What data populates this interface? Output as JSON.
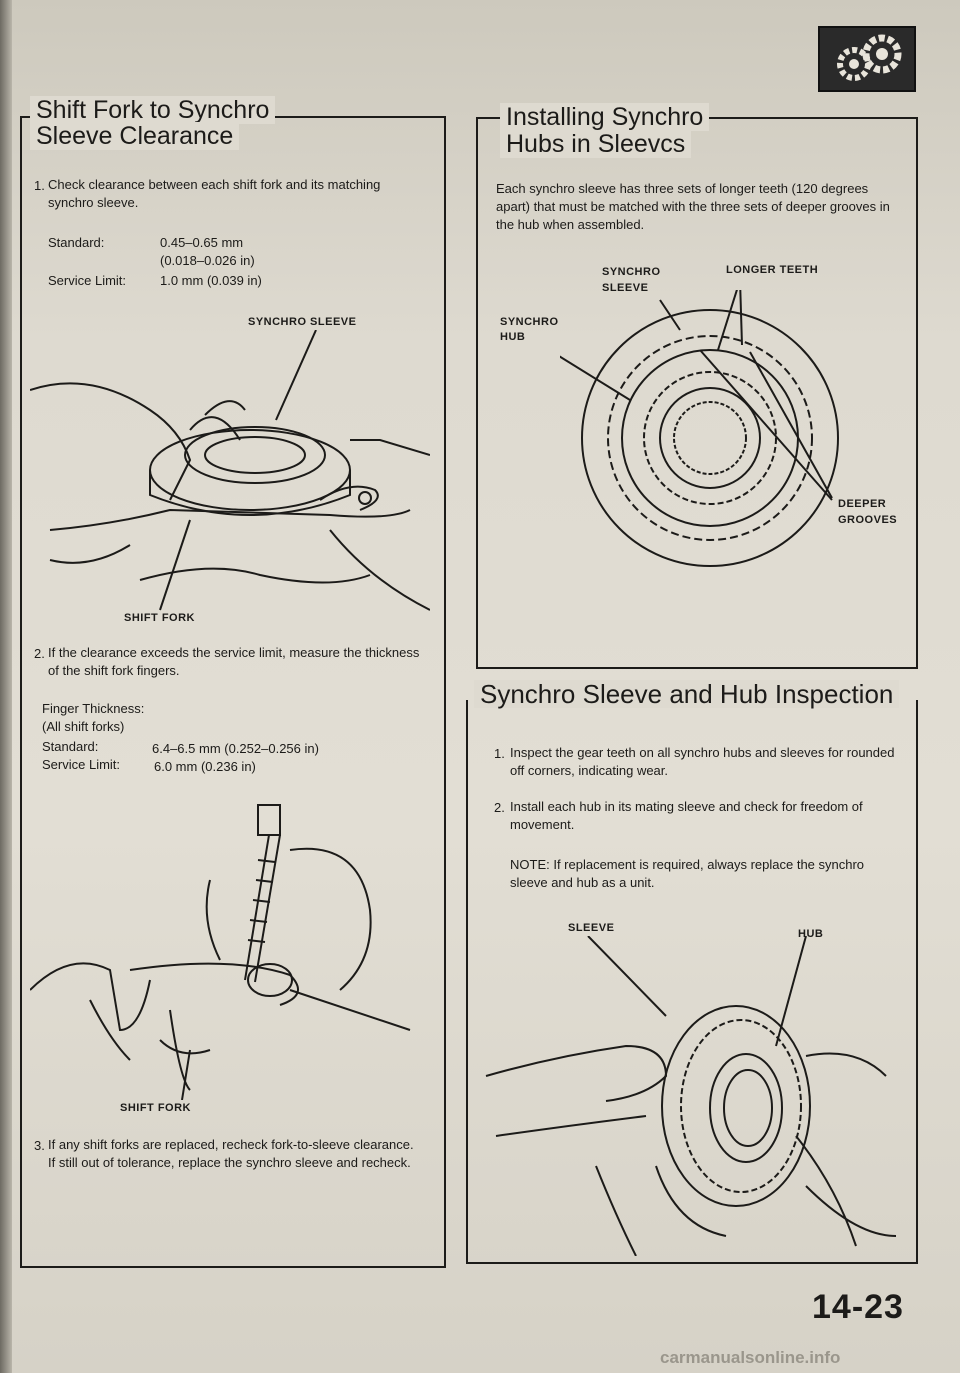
{
  "shift_fork": {
    "heading_line1": "Shift Fork to Synchro",
    "heading_line2": "Sleeve Clearance",
    "step1_num": "1.",
    "step1_text": "Check clearance between each shift fork and its matching synchro sleeve.",
    "standard_label": "Standard:",
    "standard_value": "0.45–0.65 mm",
    "standard_value_in": "(0.018–0.026 in)",
    "service_label": "Service Limit:",
    "service_value": "1.0 mm (0.039 in)",
    "fig1_label_top": "SYNCHRO SLEEVE",
    "fig1_label_bottom": "SHIFT FORK",
    "step2_num": "2.",
    "step2_text": "If the clearance exceeds the service limit, measure the thickness of the shift fork fingers.",
    "finger_label": "Finger Thickness:",
    "all_forks": "(All shift forks)",
    "finger_standard_label": "Standard:",
    "finger_standard_value": "6.4–6.5 mm (0.252–0.256 in)",
    "finger_service_label": "Service Limit:",
    "finger_service_value": "6.0 mm (0.236 in)",
    "fig2_label": "SHIFT FORK",
    "step3_num": "3.",
    "step3_text": "If any shift forks are replaced, recheck fork-to-sleeve clearance. If still out of tolerance, replace the synchro sleeve and recheck."
  },
  "installing": {
    "heading_line1": "Installing Synchro",
    "heading_line2": "Hubs in Sleevcs",
    "body": "Each synchro sleeve has three sets of longer teeth (120 degrees apart) that must be matched with the three sets of deeper grooves in the hub when assembled.",
    "label_sleeve_1": "SYNCHRO",
    "label_sleeve_2": "SLEEVE",
    "label_longer": "LONGER TEETH",
    "label_hub_1": "SYNCHRO",
    "label_hub_2": "HUB",
    "label_deeper_1": "DEEPER",
    "label_deeper_2": "GROOVES"
  },
  "inspection": {
    "heading": "Synchro Sleeve and Hub Inspection",
    "step1_num": "1.",
    "step1_text": "Inspect the gear teeth on all synchro hubs and sleeves for rounded off corners, indicating wear.",
    "step2_num": "2.",
    "step2_text": "Install each hub in its mating sleeve and check for freedom of movement.",
    "note": "NOTE: If replacement is required, always replace the synchro sleeve and hub as a unit.",
    "label_sleeve": "SLEEVE",
    "label_hub": "HUB"
  },
  "page_number": "14-23",
  "watermark": "carmanualsonline.info",
  "logo_icon": "gears-icon"
}
